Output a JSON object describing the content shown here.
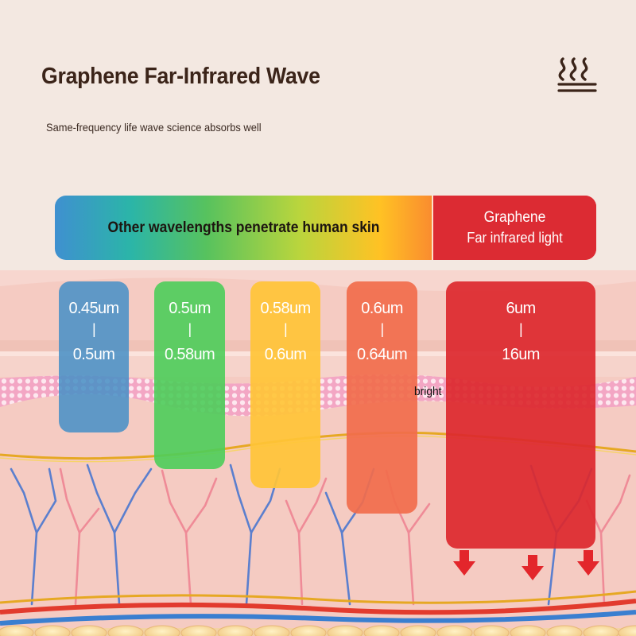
{
  "header": {
    "title": "Graphene Far-Infrared Wave",
    "subtitle": "Same-frequency life wave science absorbs well",
    "icon": "heat-waves-icon"
  },
  "spectrum": {
    "left_label": "Other wavelengths penetrate human skin",
    "right_line1": "Graphene",
    "right_line2": "Far infrared light"
  },
  "bands": [
    {
      "from": "0.45um",
      "sep": "|",
      "to": "0.5um",
      "color": "#4a91c6"
    },
    {
      "from": "0.5um",
      "sep": "|",
      "to": "0.58um",
      "color": "#4ccd5a"
    },
    {
      "from": "0.58um",
      "sep": "|",
      "to": "0.6um",
      "color": "#ffc437"
    },
    {
      "from": "0.6um",
      "sep": "|",
      "to": "0.64um",
      "color": "#f16c4c"
    },
    {
      "from": "6um",
      "sep": "|",
      "to": "16um",
      "color": "#dc282e"
    }
  ],
  "annotation": {
    "bright": "bright"
  }
}
